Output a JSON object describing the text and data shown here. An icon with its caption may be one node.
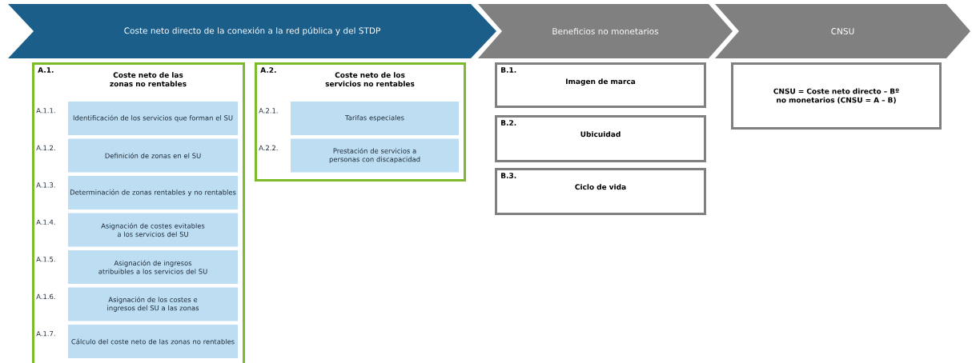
{
  "diagram": {
    "nodes": [
      {
        "text": [
          "Coste neto directo de la conexión a la red pública y del STDP"
        ]
      },
      {
        "text": [
          "Beneficios no monetarios"
        ]
      },
      {
        "text": [
          "CNSU"
        ]
      },
      {
        "text": [
          "A.1.",
          "Coste neto de las zonas no rentables"
        ]
      },
      {
        "text": [
          "Identificación de los servicios que forman el SU"
        ],
        "beside": [
          "A.1.1."
        ],
        "in": 3
      },
      {
        "text": [
          "Definición de zonas en el SU"
        ],
        "beside": [
          "A.1.2."
        ],
        "in": 3
      },
      {
        "text": [
          "Determinación de zonas rentables y no rentables"
        ],
        "beside": [
          "A.1.3."
        ],
        "in": 3
      },
      {
        "text": [
          "Asignación de costes evitables a los servicios del SU"
        ],
        "beside": [
          "A.1.4."
        ],
        "in": 3
      },
      {
        "text": [
          "Asignación de ingresos atribuibles a los servicios del SU"
        ],
        "beside": [
          "A.1.5."
        ],
        "in": 3
      },
      {
        "text": [
          "Asignación de los costes e ingresos del SU a las zonas"
        ],
        "beside": [
          "A.1.6."
        ],
        "in": 3
      },
      {
        "text": [
          "Cálculo del coste neto de las zonas no rentables"
        ],
        "beside": [
          "A.1.7."
        ],
        "in": 3
      },
      {
        "text": [
          "A.2.",
          "Coste neto de los servicios no rentables"
        ]
      },
      {
        "text": [
          "Tarifas especiales"
        ],
        "beside": [
          "A.2.1."
        ],
        "in": 11
      },
      {
        "text": [
          "Prestación de servicios a personas con discapacidad"
        ],
        "beside": [
          "A.2.2."
        ],
        "in": 11
      },
      {
        "text": [
          "B.1.",
          "Imagen de marca"
        ]
      },
      {
        "text": [
          "B.2.",
          "Ubicuidad"
        ]
      },
      {
        "text": [
          "B.3.",
          "Ciclo de vida"
        ]
      },
      {
        "text": [
          "CNSU = Coste neto directo – Bº no monetarios (CNSU = A – B)"
        ]
      }
    ]
  }
}
